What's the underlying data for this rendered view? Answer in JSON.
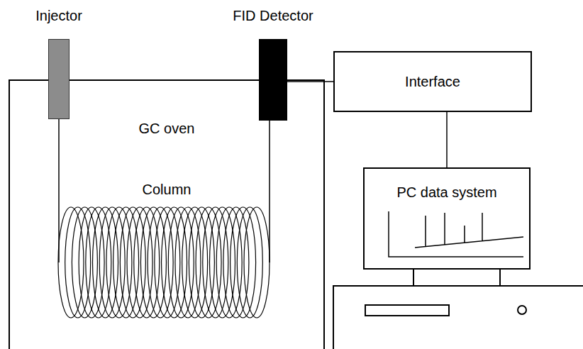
{
  "diagram": {
    "nodes": [
      {
        "text": [
          "Injector"
        ]
      },
      {
        "text": [
          "FID Detector"
        ]
      },
      {
        "text": [
          "GC oven"
        ]
      },
      {
        "text": [
          "Interface"
        ]
      },
      {
        "text": [
          "PC data system"
        ]
      }
    ],
    "edges": [
      {
        "from": 1,
        "to": 3,
        "arrow": "none"
      },
      {
        "from": 3,
        "to": 4,
        "arrow": "none"
      }
    ],
    "labels": [
      "Column"
    ]
  }
}
